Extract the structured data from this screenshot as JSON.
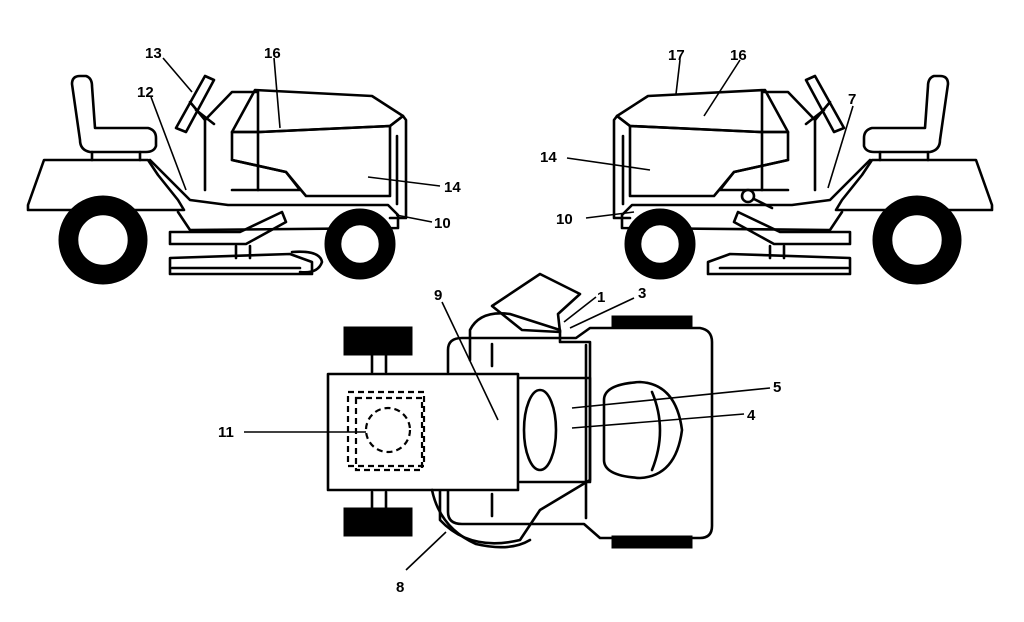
{
  "callouts": {
    "left_view": {
      "c13": "13",
      "c16": "16",
      "c12": "12",
      "c14": "14",
      "c10": "10"
    },
    "right_view": {
      "c17": "17",
      "c16": "16",
      "c7": "7",
      "c14": "14",
      "c10": "10"
    },
    "top_view": {
      "c1": "1",
      "c3": "3",
      "c9": "9",
      "c5": "5",
      "c4": "4",
      "c11": "11",
      "c8": "8"
    }
  },
  "colors": {
    "line": "#000000",
    "background": "#ffffff"
  }
}
